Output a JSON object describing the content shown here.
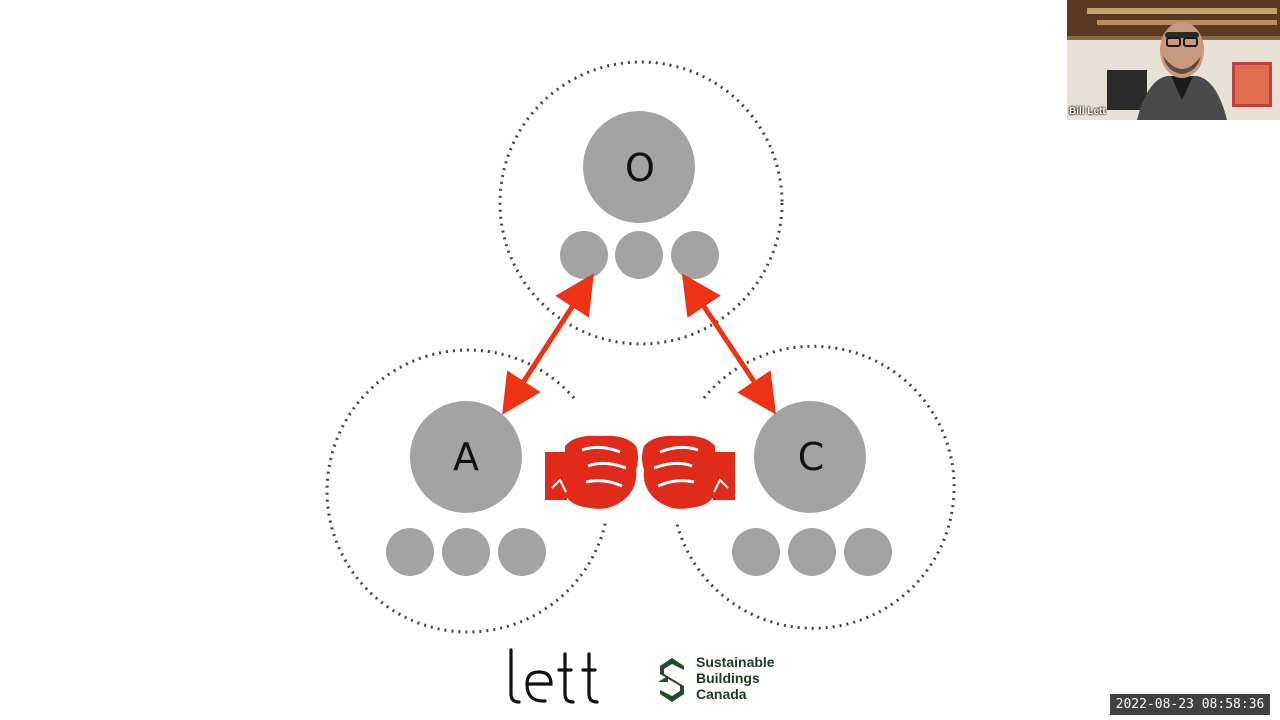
{
  "diagram": {
    "nodes": {
      "top": "O",
      "left": "A",
      "right": "C"
    },
    "arrow_color": "#ee3314",
    "bubble_color": "#a3a3a3"
  },
  "video": {
    "participant_name": "Bill Lett"
  },
  "logos": {
    "lett": "lett",
    "sbc_line1": "Sustainable",
    "sbc_line2": "Buildings",
    "sbc_line3": "Canada"
  },
  "timestamp": "2022-08-23  08:58:36"
}
